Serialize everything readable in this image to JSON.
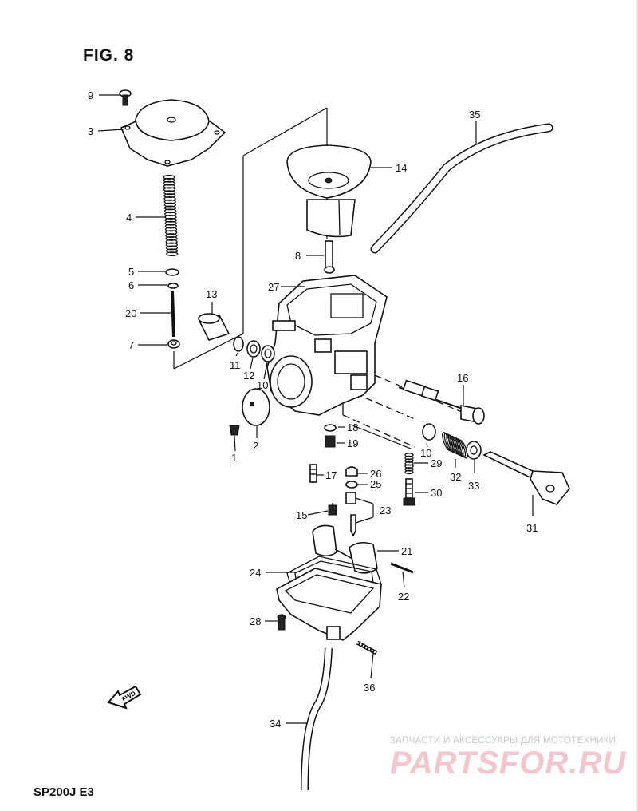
{
  "figure": {
    "title": "FIG. 8",
    "model_code": "SP200J  E3"
  },
  "watermark": {
    "tagline": "ЗАПЧАСТИ И АКСЕССУАРЫ ДЛЯ МОТОТЕХНИКИ",
    "brand": "PARTSFOR.RU"
  },
  "callouts": [
    "1",
    "2",
    "3",
    "4",
    "5",
    "6",
    "7",
    "8",
    "9",
    "10",
    "10",
    "11",
    "12",
    "13",
    "14",
    "15",
    "16",
    "17",
    "18",
    "19",
    "20",
    "21",
    "22",
    "23",
    "24",
    "25",
    "26",
    "27",
    "28",
    "29",
    "30",
    "31",
    "32",
    "33",
    "34",
    "35",
    "36"
  ],
  "fwd_label": "FWD"
}
